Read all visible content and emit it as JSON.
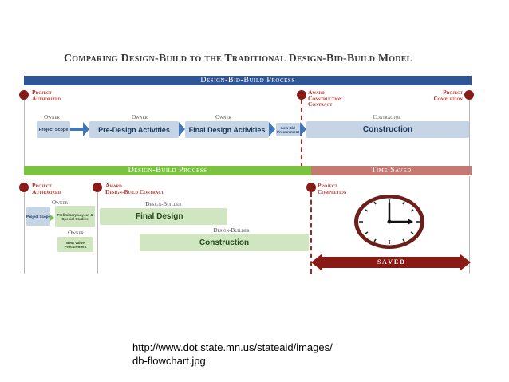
{
  "title": "Comparing Design-Build to the Traditional Design-Bid-Build Model",
  "dbb": {
    "bar_label": "Design-Bid-Build Process",
    "milestones": {
      "authorized": [
        "Project",
        "Authorized"
      ],
      "award": [
        "Award",
        "Construction",
        "Contract"
      ],
      "completion": [
        "Project",
        "Completion"
      ]
    },
    "steps": [
      {
        "owner": "Owner",
        "label": "Project Scope"
      },
      {
        "owner": "Owner",
        "label": "Pre-Design Activities"
      },
      {
        "owner": "Owner",
        "label": "Final Design Activities"
      },
      {
        "owner": "",
        "label": "Low Bid Procurement"
      },
      {
        "owner": "Contractor",
        "label": "Construction"
      }
    ]
  },
  "db": {
    "bar_label": "Design-Build Process",
    "time_saved_label": "Time Saved",
    "milestones": {
      "authorized": [
        "Project",
        "Authorized"
      ],
      "award": [
        "Award",
        "Design-Build Contract"
      ],
      "completion": [
        "Project",
        "Completion"
      ]
    },
    "owner_label": "Owner",
    "owner2_label": "Owner",
    "step_scope": "Project Scope",
    "step_prelim": "Preliminary Layout & Special Studies",
    "step_best": "Best Value Procurement",
    "builder1_label": "Design-Builder",
    "final_design": "Final Design",
    "builder2_label": "Design-Builder",
    "construction": "Construction",
    "saved_label": "S A V E D"
  },
  "caption": {
    "line1": "http://www.dot.state.mn.us/stateaid/images/",
    "line2": "db-flowchart.jpg"
  },
  "colors": {
    "dbb_bar": "#2f5597",
    "db_bar": "#7cc242",
    "time_saved_bar": "#c47a72",
    "milestone": "#b5332a",
    "saved_arrow": "#8a1a16"
  }
}
